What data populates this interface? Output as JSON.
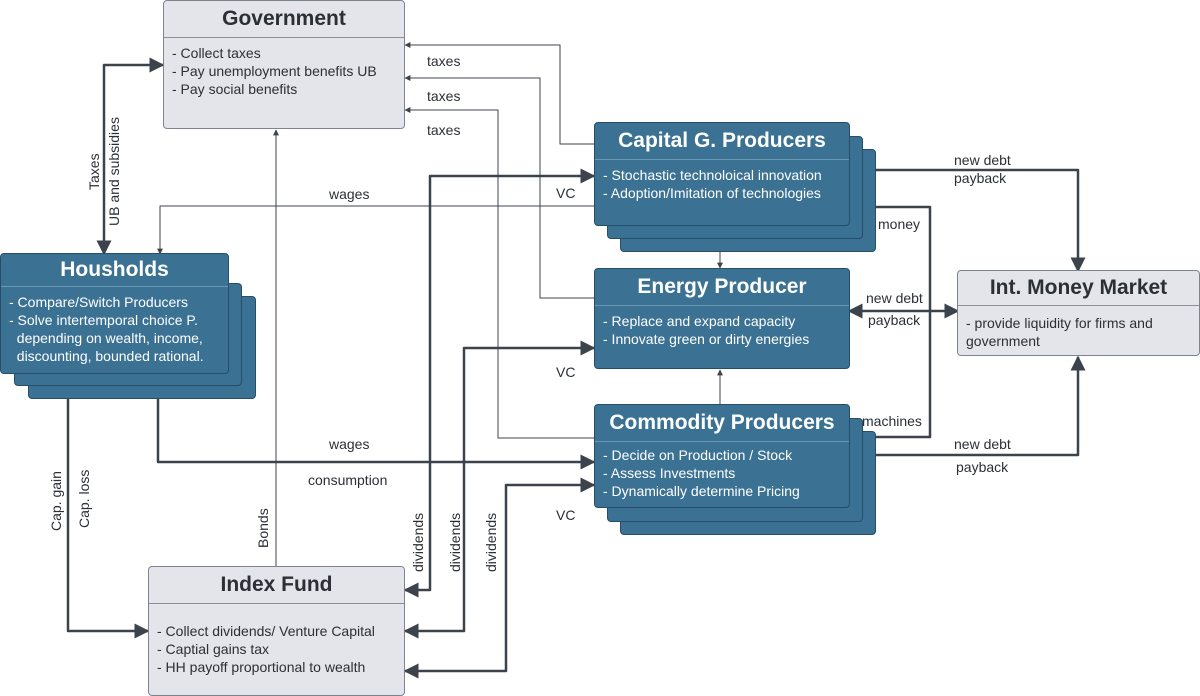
{
  "nodes": {
    "government": {
      "title": "Government",
      "items": [
        "- Collect taxes",
        "- Pay unemployment benefits UB",
        "- Pay social benefits"
      ]
    },
    "capital": {
      "title": "Capital G. Producers",
      "items": [
        "- Stochastic technoloical innovation",
        "- Adoption/Imitation of technologies"
      ]
    },
    "energy": {
      "title": "Energy Producer",
      "items": [
        "- Replace and expand capacity",
        "- Innovate green or dirty energies"
      ]
    },
    "commodity": {
      "title": "Commodity Producers",
      "items": [
        "- Decide on Production / Stock",
        "- Assess Investments",
        "- Dynamically determine Pricing"
      ]
    },
    "households": {
      "title": "Housholds",
      "items": [
        "- Compare/Switch Producers",
        "- Solve intertemporal choice P.",
        "  depending on wealth, income,",
        "  discounting, bounded rational."
      ]
    },
    "money_market": {
      "title": "Int. Money Market",
      "items": [
        "- provide liquidity for firms and",
        "government"
      ]
    },
    "index_fund": {
      "title": "Index Fund",
      "items": [
        "- Collect dividends/ Venture Capital",
        "- Captial gains tax",
        "- HH payoff proportional to wealth"
      ]
    }
  },
  "labels": {
    "taxes_1": "taxes",
    "taxes_2": "taxes",
    "taxes_3": "taxes",
    "wages_top": "wages",
    "wages_bottom": "wages",
    "consumption": "consumption",
    "vc_1": "VC",
    "vc_2": "VC",
    "vc_3": "VC",
    "new_debt_1": "new debt",
    "payback_1": "payback",
    "new_debt_2": "new debt",
    "payback_2": "payback",
    "new_debt_3": "new debt",
    "payback_3": "payback",
    "money": "money",
    "machines": "machines",
    "taxes_vertical": "Taxes",
    "ub_subsidies": "UB and subsidies",
    "bonds": "Bonds",
    "cap_gain": "Cap. gain",
    "cap_loss": "Cap. loss",
    "dividends_1": "dividends",
    "dividends_2": "dividends",
    "dividends_3": "dividends"
  },
  "colors": {
    "node_fill_blue": "#3b7193",
    "node_fill_gray": "#e3e5ea",
    "line": "#3d434c"
  }
}
